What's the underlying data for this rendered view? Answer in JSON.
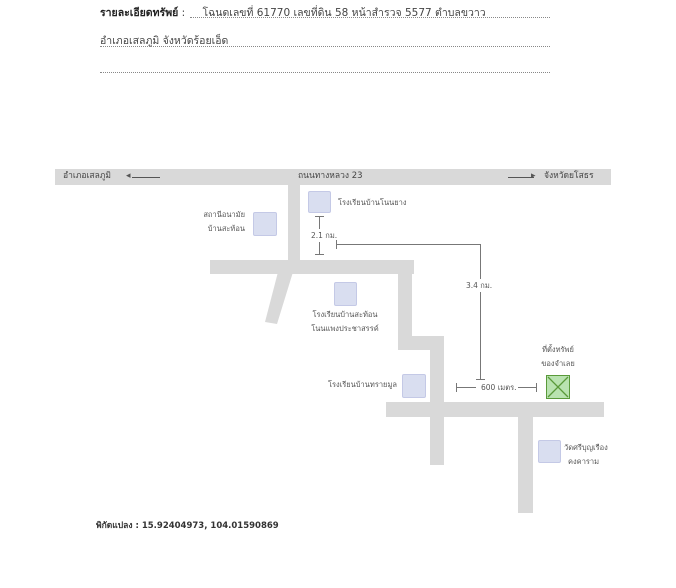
{
  "detail": {
    "label": "รายละเอียดทรัพย์",
    "separator": ":",
    "line1": "โฉนดเลขที่ 61770 เลขที่ดิน 58 หน้าสำรวจ 5577 ตำบลขวาว",
    "line2": "อำเภอเสลภูมิ จังหวัดร้อยเอ็ด"
  },
  "map": {
    "highway_name": "ถนนทางหลวง 23",
    "left_destination": "อำเภอเสลภูมิ",
    "right_destination": "จังหวัดยโสธร",
    "places": {
      "school_non_yang": "โรงเรียนบ้านโนนยาง",
      "health_station_line1": "สถานีอนามัย",
      "health_station_line2": "บ้านสะท้อน",
      "school_satone_line1": "โรงเรียนบ้านสะท้อน",
      "school_satone_line2": "โนนแพงประชาสรรค์",
      "school_sai_mun": "โรงเรียนบ้านทรายมูล",
      "property_line1": "ที่ตั้งทรัพย์",
      "property_line2": "ของจำเลย",
      "temple_line1": "วัดศรีบุญเรือง",
      "temple_line2": "คงคาราม"
    },
    "distances": {
      "d1": "2.1 กม.",
      "d2": "3.4 กม.",
      "d3": "600 เมตร."
    },
    "colors": {
      "road": "#d9d9d9",
      "landmark": "#d9def0",
      "property": "#b9e3b0",
      "property_mark": "#5a9a3a"
    }
  },
  "coordinates": {
    "label": "พิกัดแปลง :",
    "value": "15.92404973, 104.01590869"
  }
}
